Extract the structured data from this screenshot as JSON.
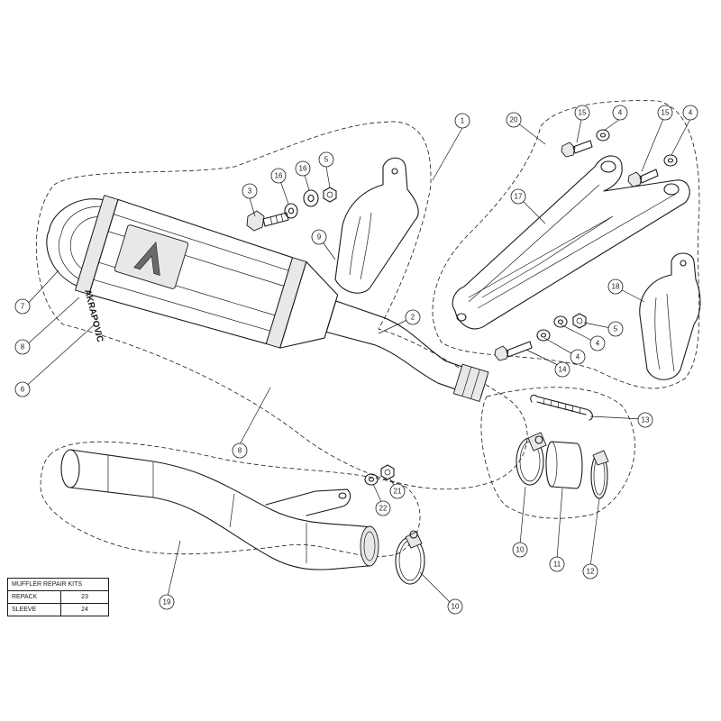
{
  "callouts": [
    "1",
    "2",
    "3",
    "4",
    "4",
    "4",
    "4",
    "5",
    "5",
    "6",
    "7",
    "8",
    "8",
    "9",
    "10",
    "10",
    "11",
    "12",
    "13",
    "14",
    "15",
    "15",
    "16",
    "16",
    "17",
    "18",
    "19",
    "20",
    "21",
    "22"
  ],
  "muffler_brand": "AKRAPOVIC",
  "repair_table": {
    "title": "MUFFLER REPAIR KITS",
    "rows": [
      {
        "label": "REPACK",
        "value": "23"
      },
      {
        "label": "SLEEVE",
        "value": "24"
      }
    ]
  },
  "icons": [
    "akrapovic-logo-icon"
  ]
}
